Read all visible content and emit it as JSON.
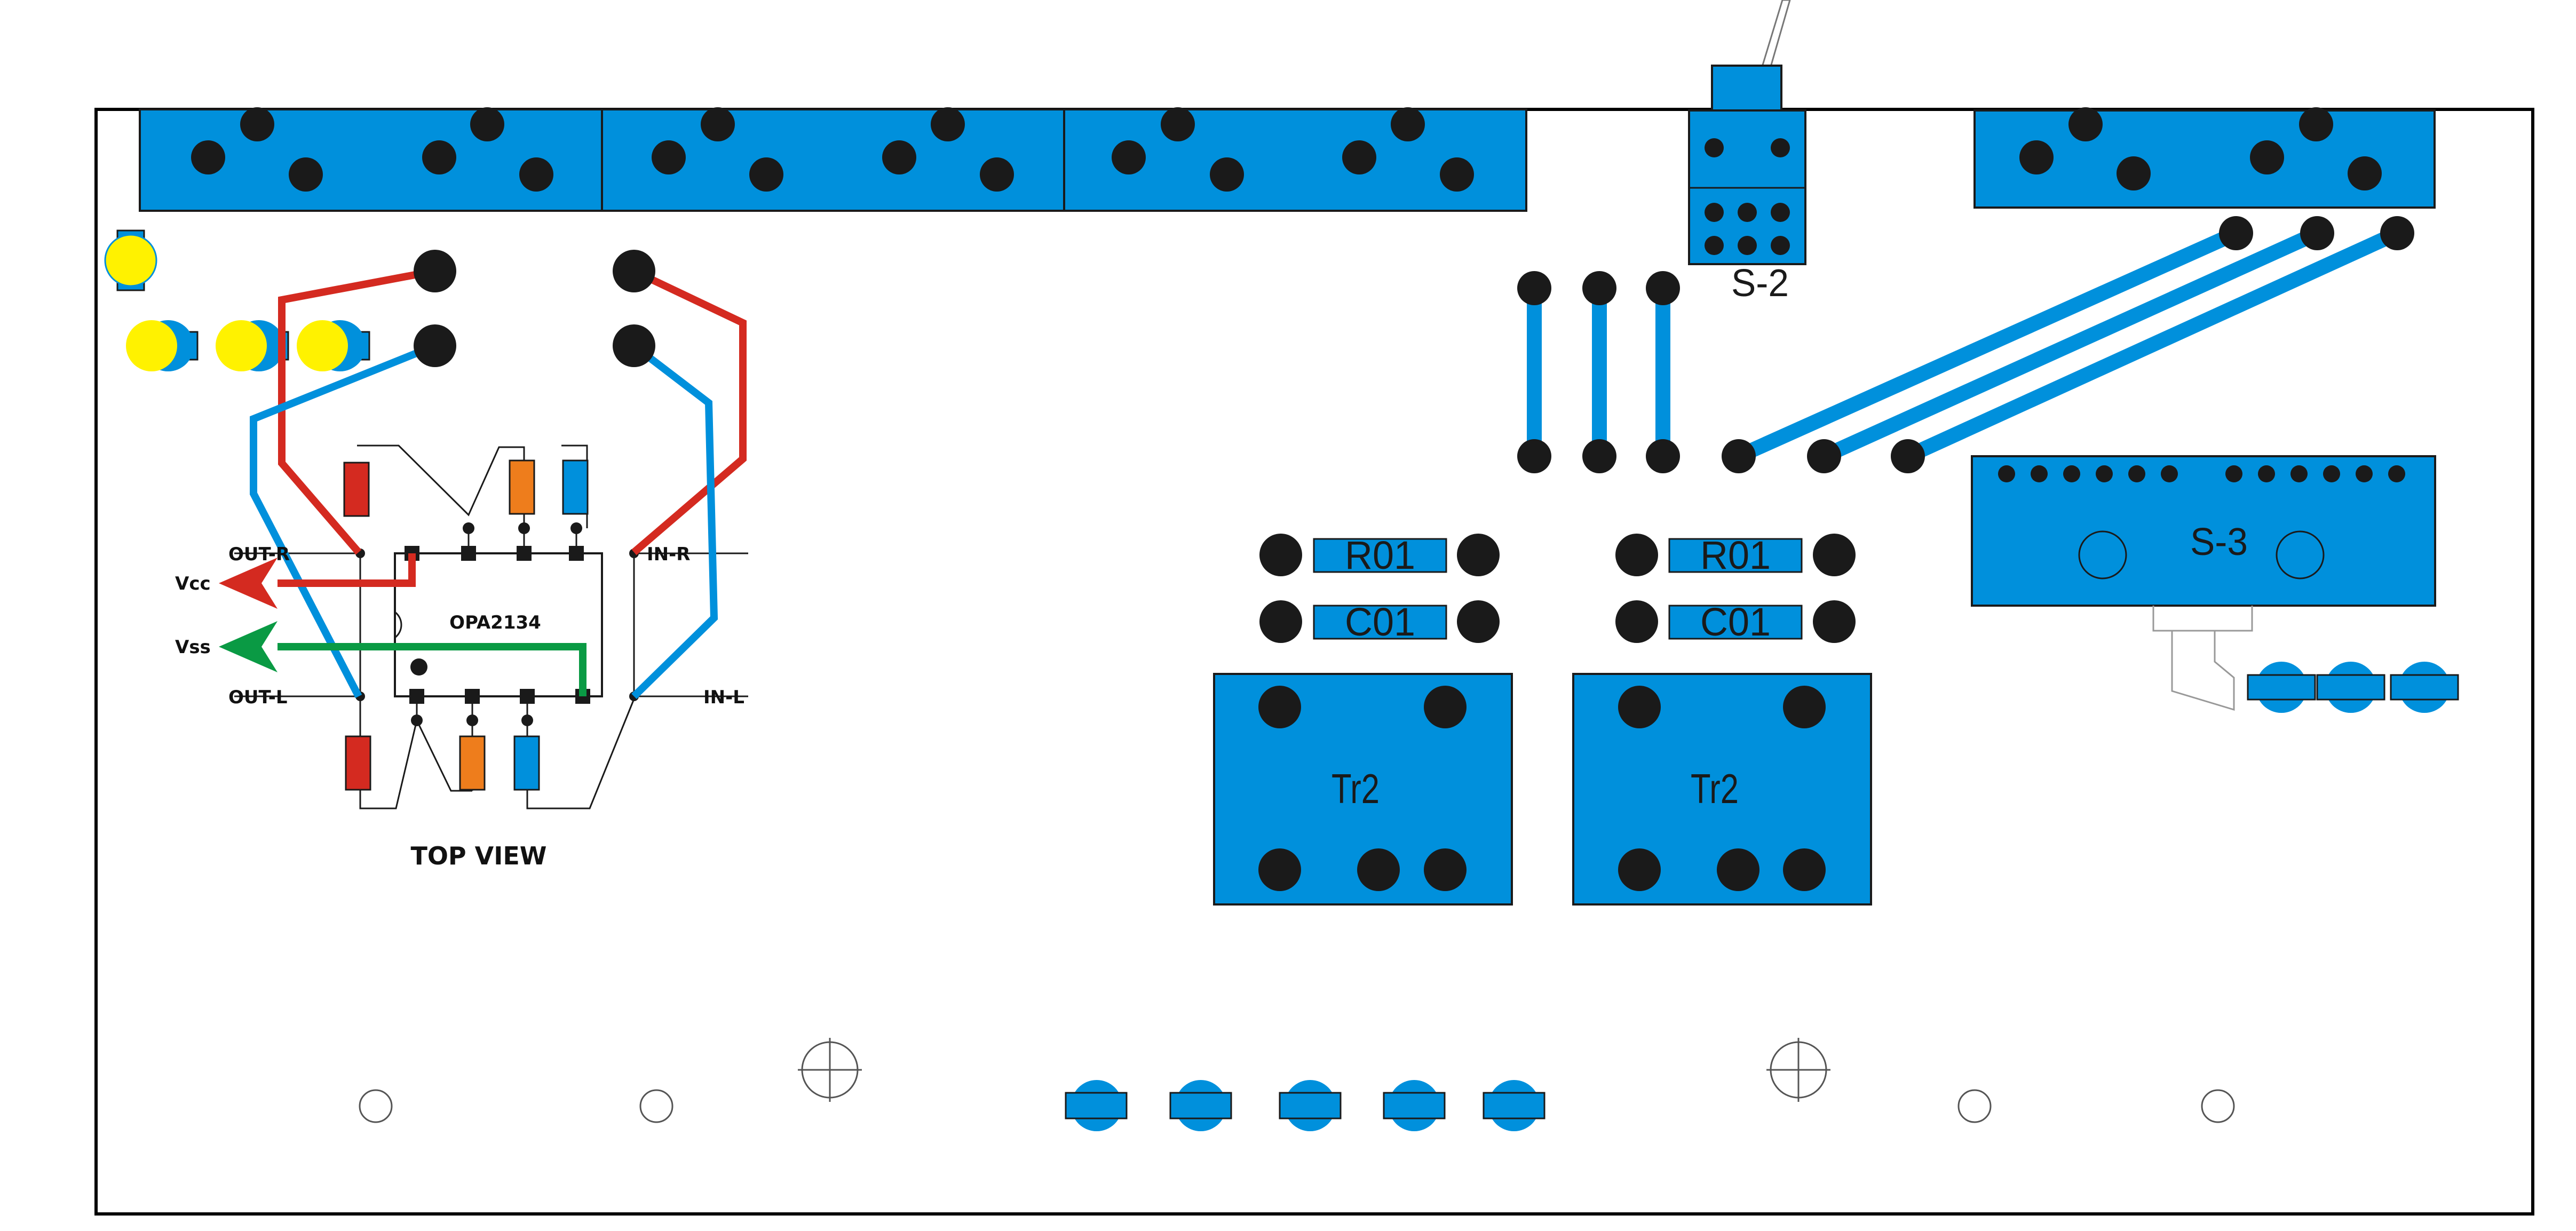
{
  "colors": {
    "board_outline": "#000000",
    "component_blue": "#0090dc",
    "pad": "#1a1a1a",
    "wire_red": "#d42a20",
    "wire_blue": "#0090dc",
    "wire_green": "#0a9a44",
    "resistor_red": "#d42a20",
    "resistor_orange": "#ee7d1c",
    "resistor_blue": "#0090dc",
    "led_yellow": "#fff200"
  },
  "schematic": {
    "ic_label": "OPA2134",
    "out_r": "OUT-R",
    "in_r": "IN-R",
    "out_l": "OUT-L",
    "in_l": "IN-L",
    "vcc": "Vcc",
    "vss": "Vss",
    "view_label": "TOP VIEW"
  },
  "components": {
    "switch2_label": "S-2",
    "switch3_label": "S-3",
    "resistor_left_label": "R01",
    "capacitor_left_label": "C01",
    "resistor_right_label": "R01",
    "capacitor_right_label": "C01",
    "transformer_left_label": "Tr2",
    "transformer_right_label": "Tr2"
  }
}
